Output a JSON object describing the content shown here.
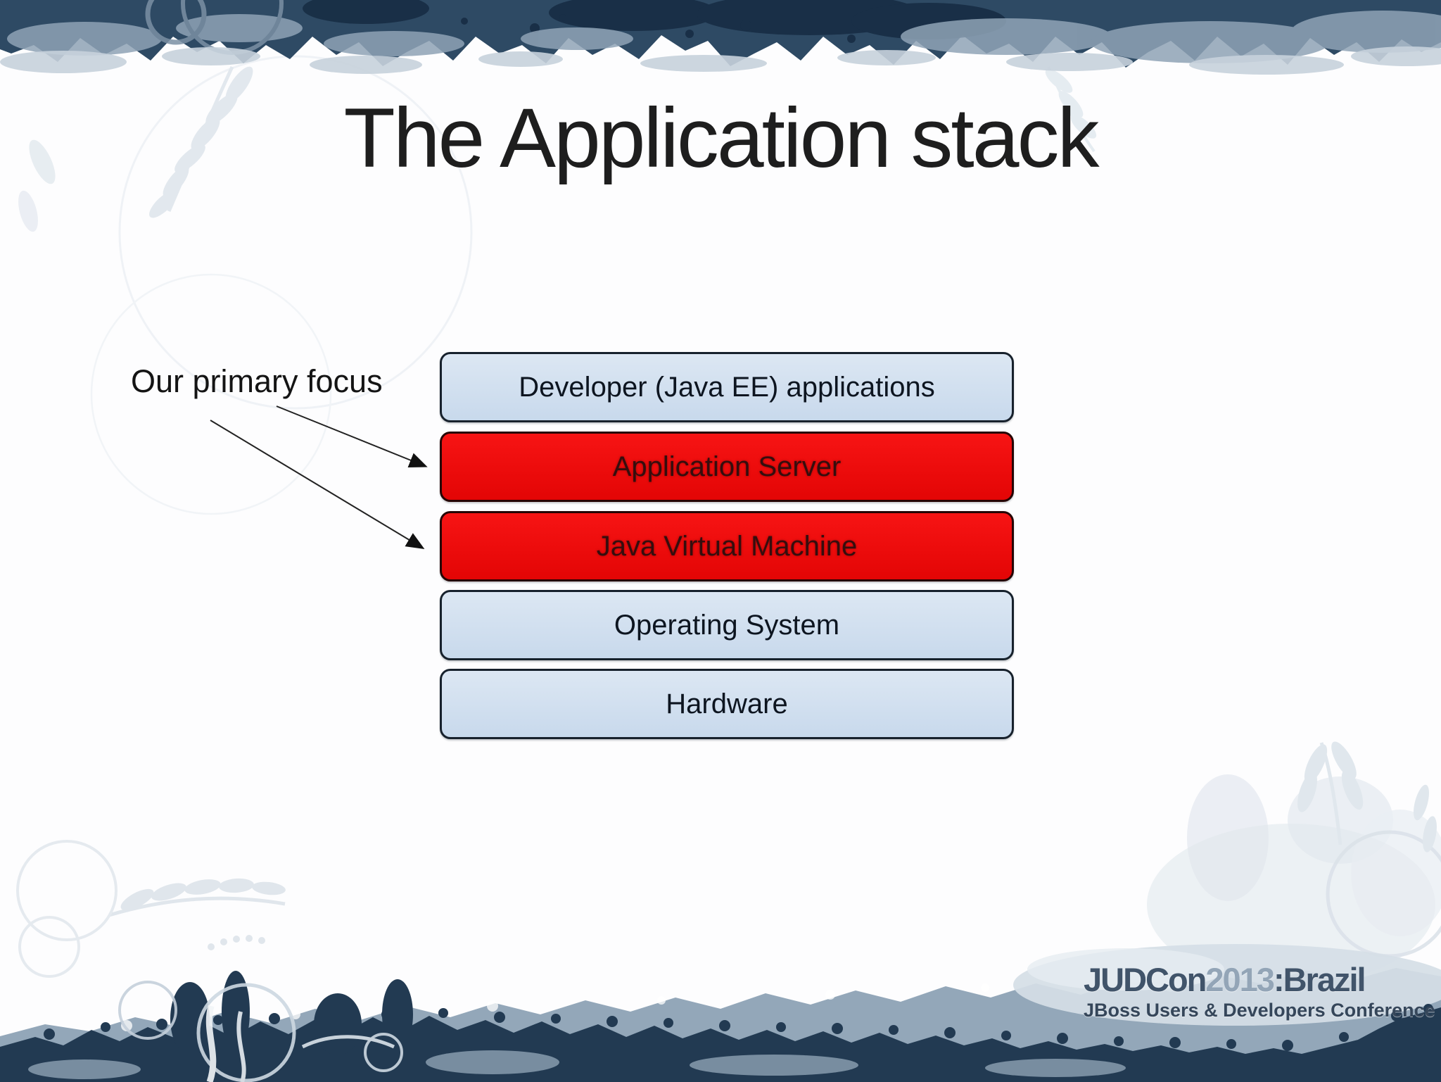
{
  "slide": {
    "title": "The Application stack",
    "annotation": {
      "label": "Our primary focus",
      "focus_targets": [
        "Application Server",
        "Java Virtual Machine"
      ]
    },
    "stack": {
      "boxes": [
        {
          "label": "Developer (Java EE) applications",
          "highlighted": false
        },
        {
          "label": "Application Server",
          "highlighted": true
        },
        {
          "label": "Java Virtual Machine",
          "highlighted": true
        },
        {
          "label": "Operating System",
          "highlighted": false
        },
        {
          "label": "Hardware",
          "highlighted": false
        }
      ]
    },
    "footer_logo": {
      "brand": "JUDCon",
      "year": "2013",
      "location": ":Brazil",
      "tagline": "JBoss Users & Developers Conference"
    },
    "colors": {
      "highlight_box": "#ee0d0d",
      "normal_box": "#cfdeef",
      "box_border": "#17212c",
      "band_navy": "#2e4a64",
      "band_dark": "#223a52",
      "band_mid": "#93a7b9",
      "logo_dark": "#41546a",
      "logo_light": "#93a5b7"
    }
  }
}
